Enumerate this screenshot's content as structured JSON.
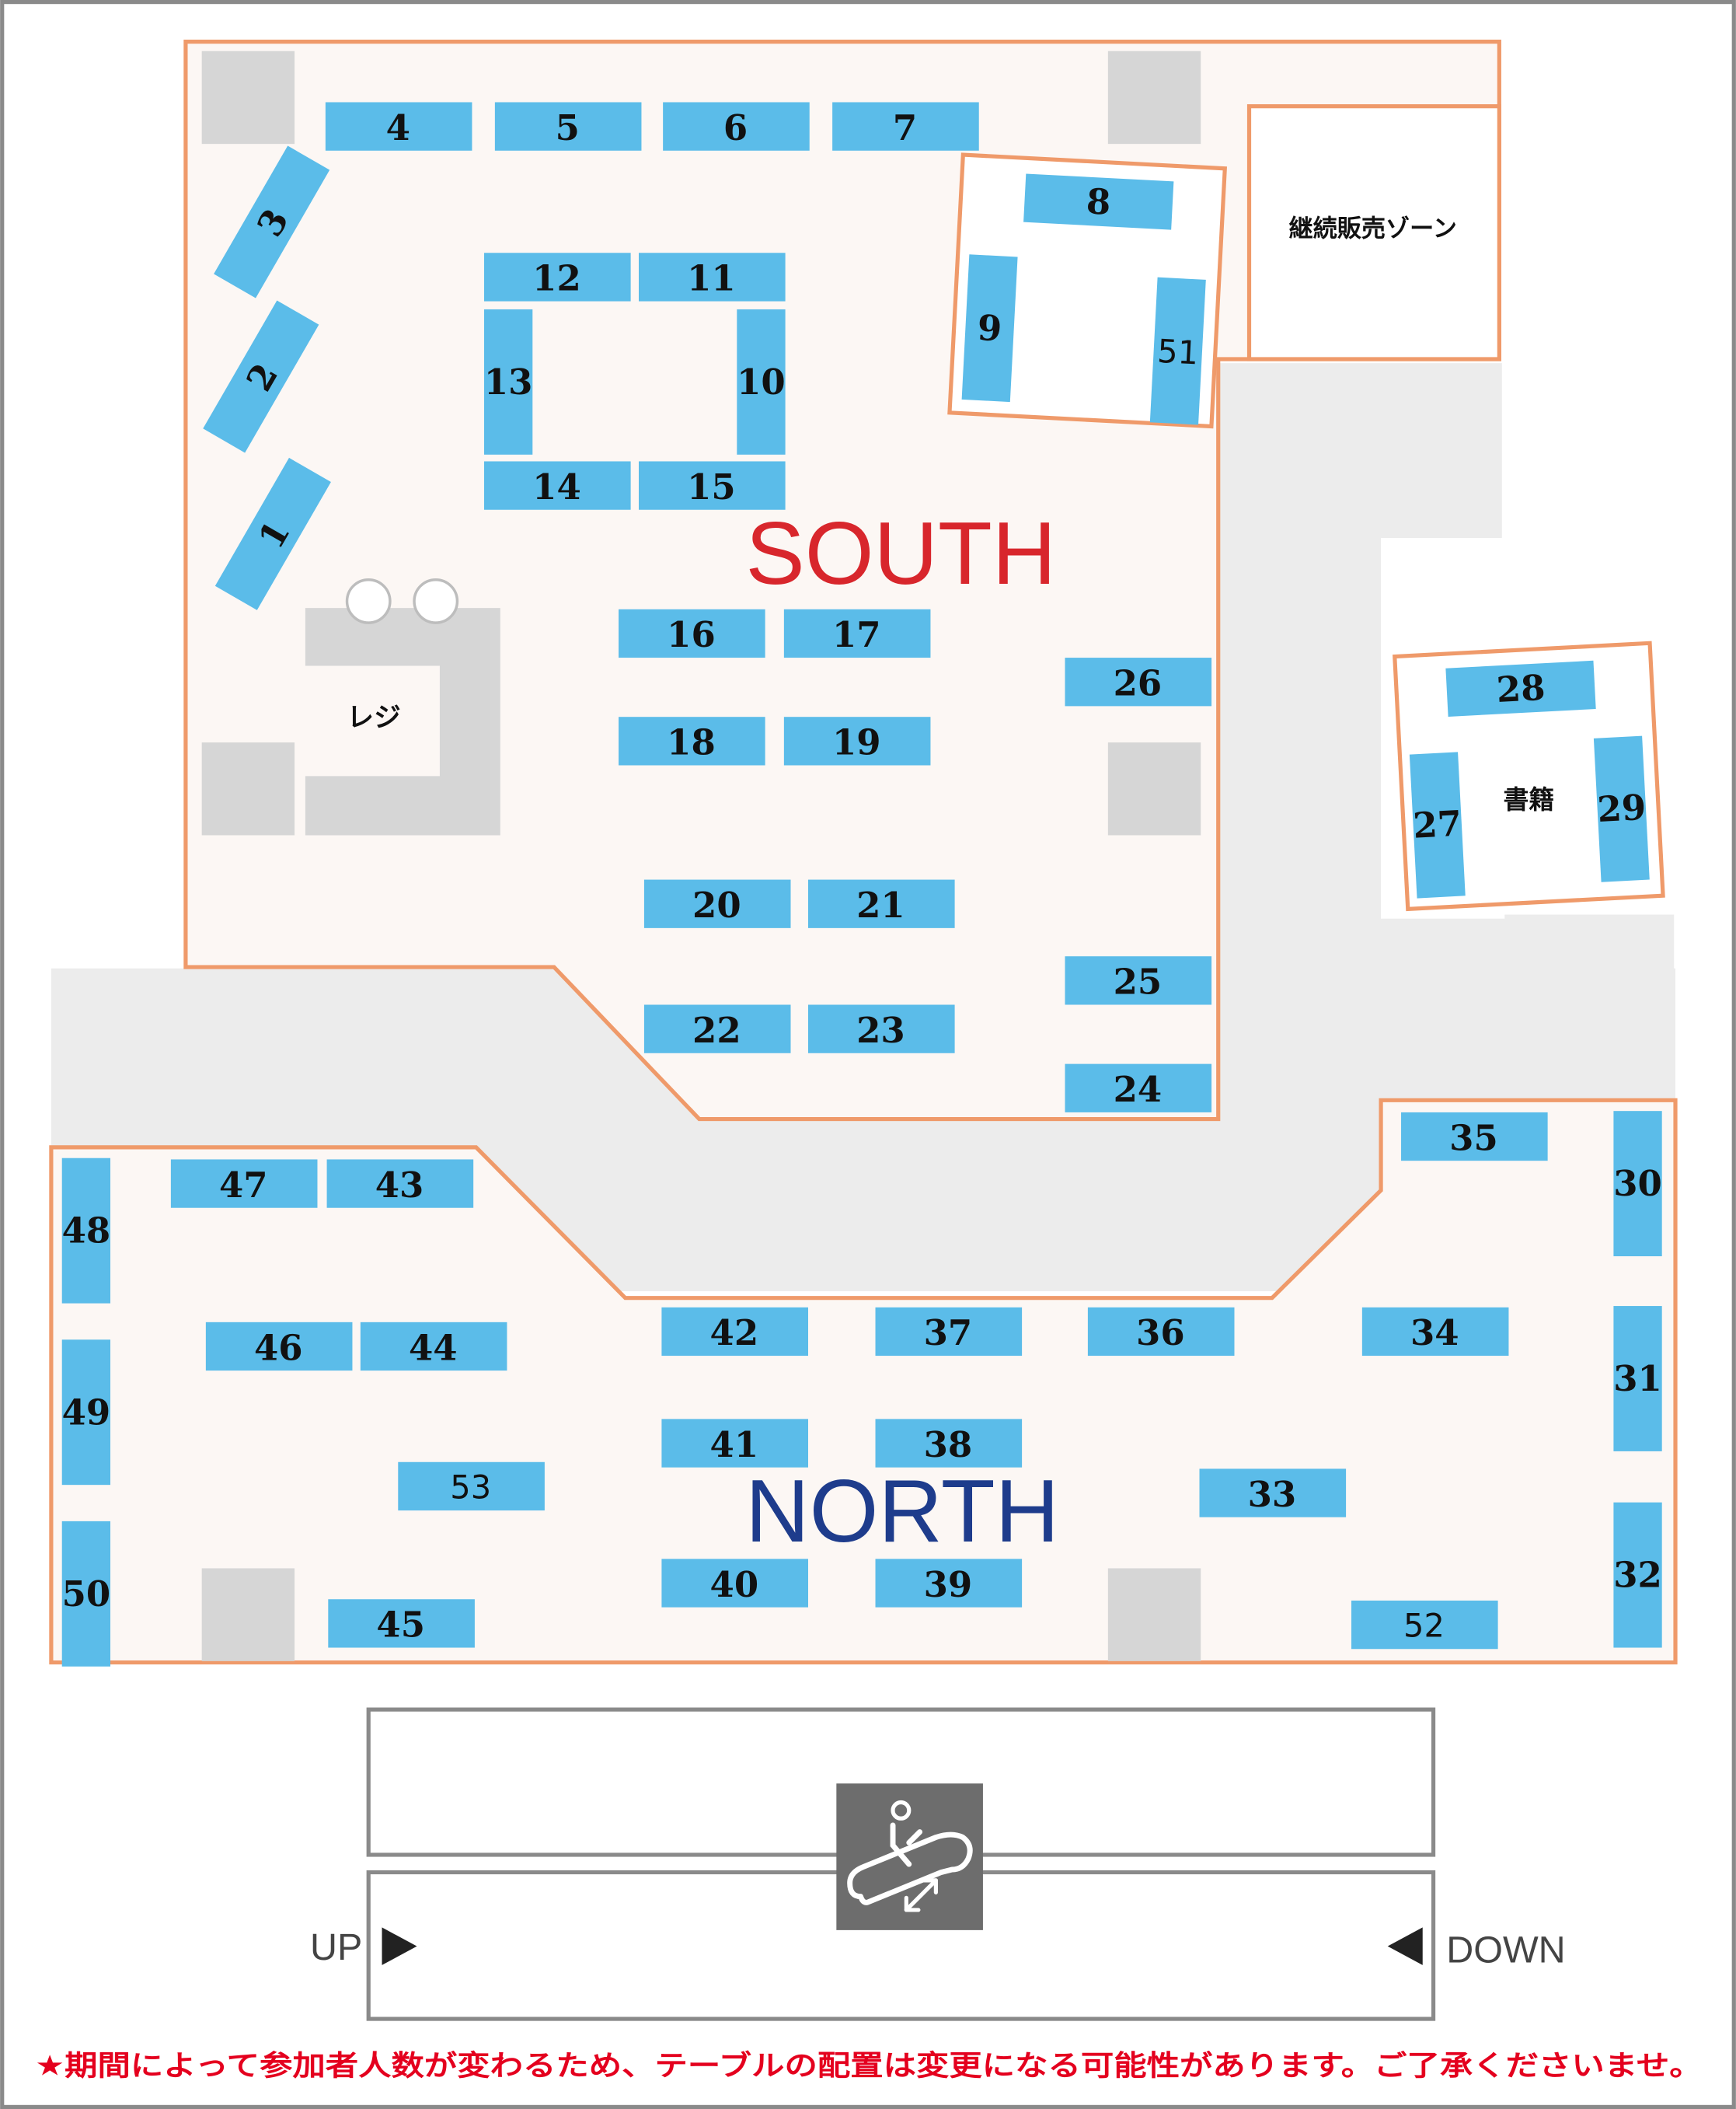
{
  "colors": {
    "floor": "#fcf7f4",
    "floor_outline": "#ef9a6a",
    "corridor": "#ececec",
    "table": "#5bbce9",
    "pillar": "#d6d6d6",
    "south": "#d8262c",
    "north": "#1e3c8c",
    "notice": "#e4001e",
    "frame": "#8a8a8a",
    "escalator_icon_bg": "#6d6d6d"
  },
  "zones": {
    "south": "SOUTH",
    "north": "NORTH",
    "register": "レジ",
    "continuous_sales": "継続販売ゾーン",
    "books": "書籍"
  },
  "escalator": {
    "up_label": "UP",
    "down_label": "DOWN",
    "icon": "escalator-icon"
  },
  "notice": "★期間によって参加者人数が変わるため、テーブルの配置は変更になる可能性があります。ご了承くださいませ。",
  "tables": {
    "t1": "1",
    "t2": "2",
    "t3": "3",
    "t4": "4",
    "t5": "5",
    "t6": "6",
    "t7": "7",
    "t8": "8",
    "t9": "9",
    "t10": "10",
    "t11": "11",
    "t12": "12",
    "t13": "13",
    "t14": "14",
    "t15": "15",
    "t16": "16",
    "t17": "17",
    "t18": "18",
    "t19": "19",
    "t20": "20",
    "t21": "21",
    "t22": "22",
    "t23": "23",
    "t24": "24",
    "t25": "25",
    "t26": "26",
    "t27": "27",
    "t28": "28",
    "t29": "29",
    "t30": "30",
    "t31": "31",
    "t32": "32",
    "t33": "33",
    "t34": "34",
    "t35": "35",
    "t36": "36",
    "t37": "37",
    "t38": "38",
    "t39": "39",
    "t40": "40",
    "t41": "41",
    "t42": "42",
    "t43": "43",
    "t44": "44",
    "t45": "45",
    "t46": "46",
    "t47": "47",
    "t48": "48",
    "t49": "49",
    "t50": "50",
    "t51": "51",
    "t52": "52",
    "t53": "53"
  }
}
